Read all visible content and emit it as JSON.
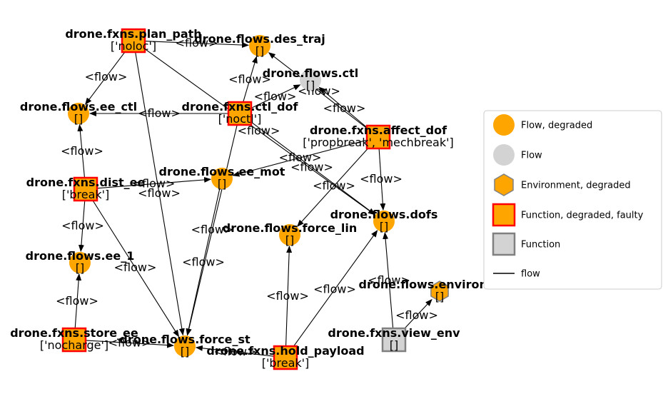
{
  "legend": {
    "items": [
      {
        "label": "Flow, degraded",
        "kind": "flow-degraded",
        "fill": "#FFA500",
        "stroke": "none"
      },
      {
        "label": "Flow",
        "kind": "flow",
        "fill": "#D3D3D3",
        "stroke": "none"
      },
      {
        "label": "Environment, degraded",
        "kind": "environment-degraded",
        "fill": "#FFA500",
        "stroke": "#808080"
      },
      {
        "label": "Function, degraded, faulty",
        "kind": "function-degraded-faulty",
        "fill": "#FFA500",
        "stroke": "#FF0000"
      },
      {
        "label": "Function",
        "kind": "function",
        "fill": "#D3D3D3",
        "stroke": "#808080"
      },
      {
        "label": "flow",
        "kind": "edge-line",
        "fill": "none",
        "stroke": "#000000"
      }
    ]
  },
  "edge_label": "<flow>",
  "nodes": [
    {
      "id": "plan_path",
      "name": "drone.fxns.plan_path",
      "status": "['noloc']",
      "kind": "function-degraded-faulty"
    },
    {
      "id": "des_traj",
      "name": "drone.flows.des_traj",
      "status": "[]",
      "kind": "flow-degraded"
    },
    {
      "id": "ctl",
      "name": "drone.flows.ctl",
      "status": "[]",
      "kind": "flow"
    },
    {
      "id": "ee_ctl",
      "name": "drone.flows.ee_ctl",
      "status": "[]",
      "kind": "flow-degraded"
    },
    {
      "id": "ctl_dof",
      "name": "drone.fxns.ctl_dof",
      "status": "['noctl']",
      "kind": "function-degraded-faulty"
    },
    {
      "id": "affect_dof",
      "name": "drone.fxns.affect_dof",
      "status": "['propbreak', 'mechbreak']",
      "kind": "function-degraded-faulty"
    },
    {
      "id": "dist_ee",
      "name": "drone.fxns.dist_ee",
      "status": "['break']",
      "kind": "function-degraded-faulty"
    },
    {
      "id": "ee_mot",
      "name": "drone.flows.ee_mot",
      "status": "[]",
      "kind": "flow-degraded"
    },
    {
      "id": "dofs",
      "name": "drone.flows.dofs",
      "status": "[]",
      "kind": "flow-degraded"
    },
    {
      "id": "force_lin",
      "name": "drone.flows.force_lin",
      "status": "[]",
      "kind": "flow-degraded"
    },
    {
      "id": "ee_1",
      "name": "drone.flows.ee_1",
      "status": "[]",
      "kind": "flow-degraded"
    },
    {
      "id": "environment",
      "name": "drone.flows.environment",
      "status": "[]",
      "kind": "environment-degraded"
    },
    {
      "id": "view_env",
      "name": "drone.fxns.view_env",
      "status": "[]",
      "kind": "function"
    },
    {
      "id": "store_ee",
      "name": "drone.fxns.store_ee",
      "status": "['nocharge']",
      "kind": "function-degraded-faulty"
    },
    {
      "id": "force_st",
      "name": "drone.flows.force_st",
      "status": "[]",
      "kind": "flow-degraded"
    },
    {
      "id": "hold_payload",
      "name": "drone.fxns.hold_payload",
      "status": "['break']",
      "kind": "function-degraded-faulty"
    }
  ],
  "edges": [
    {
      "from": "plan_path",
      "to": "des_traj"
    },
    {
      "from": "plan_path",
      "to": "ee_ctl"
    },
    {
      "from": "plan_path",
      "to": "force_st"
    },
    {
      "from": "plan_path",
      "to": "dofs"
    },
    {
      "from": "ctl_dof",
      "to": "ee_ctl"
    },
    {
      "from": "ctl_dof",
      "to": "des_traj"
    },
    {
      "from": "ctl_dof",
      "to": "ctl"
    },
    {
      "from": "ctl_dof",
      "to": "force_st"
    },
    {
      "from": "ctl_dof",
      "to": "dofs"
    },
    {
      "from": "affect_dof",
      "to": "ctl"
    },
    {
      "from": "affect_dof",
      "to": "des_traj"
    },
    {
      "from": "affect_dof",
      "to": "ee_mot"
    },
    {
      "from": "affect_dof",
      "to": "dofs"
    },
    {
      "from": "affect_dof",
      "to": "force_lin"
    },
    {
      "from": "dist_ee",
      "to": "ee_ctl"
    },
    {
      "from": "dist_ee",
      "to": "ee_mot"
    },
    {
      "from": "dist_ee",
      "to": "ee_1"
    },
    {
      "from": "dist_ee",
      "to": "force_st"
    },
    {
      "from": "ee_mot",
      "to": "force_st"
    },
    {
      "from": "store_ee",
      "to": "ee_1"
    },
    {
      "from": "store_ee",
      "to": "force_st"
    },
    {
      "from": "hold_payload",
      "to": "force_st"
    },
    {
      "from": "hold_payload",
      "to": "force_lin"
    },
    {
      "from": "hold_payload",
      "to": "dofs"
    },
    {
      "from": "view_env",
      "to": "environment"
    },
    {
      "from": "view_env",
      "to": "dofs"
    }
  ]
}
